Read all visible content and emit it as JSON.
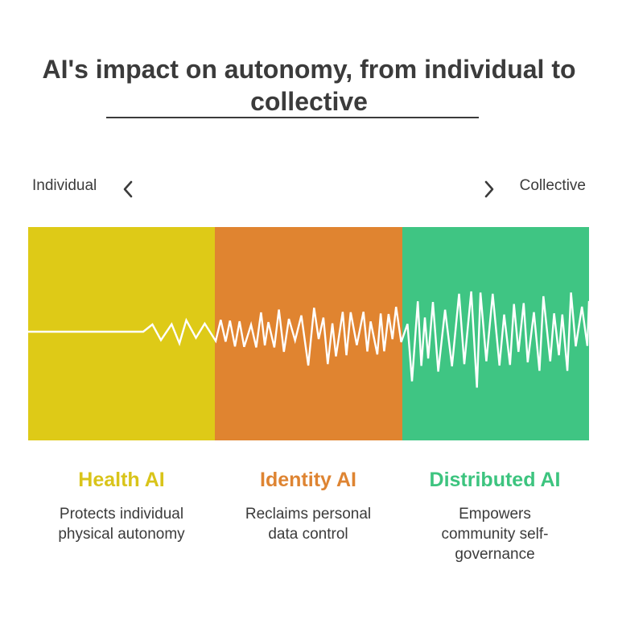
{
  "title": "AI's impact on autonomy, from individual to collective",
  "axis": {
    "left_label": "Individual",
    "right_label": "Collective"
  },
  "segments": [
    {
      "title": "Health AI",
      "description": "Protects individual physical autonomy",
      "color": "#DECA17",
      "title_color": "#D9C41A"
    },
    {
      "title": "Identity AI",
      "description": "Reclaims personal data control",
      "color": "#E08430",
      "title_color": "#DE8432"
    },
    {
      "title": "Distributed AI",
      "description": "Empowers community self-governance",
      "color": "#3FC583",
      "title_color": "#3DC47F"
    }
  ],
  "wave": {
    "color": "#FFFFFF",
    "segment_amplitudes": [
      0.25,
      0.55,
      1.0
    ]
  },
  "icons": {
    "left": "chevron-left-icon",
    "right": "chevron-right-icon"
  }
}
